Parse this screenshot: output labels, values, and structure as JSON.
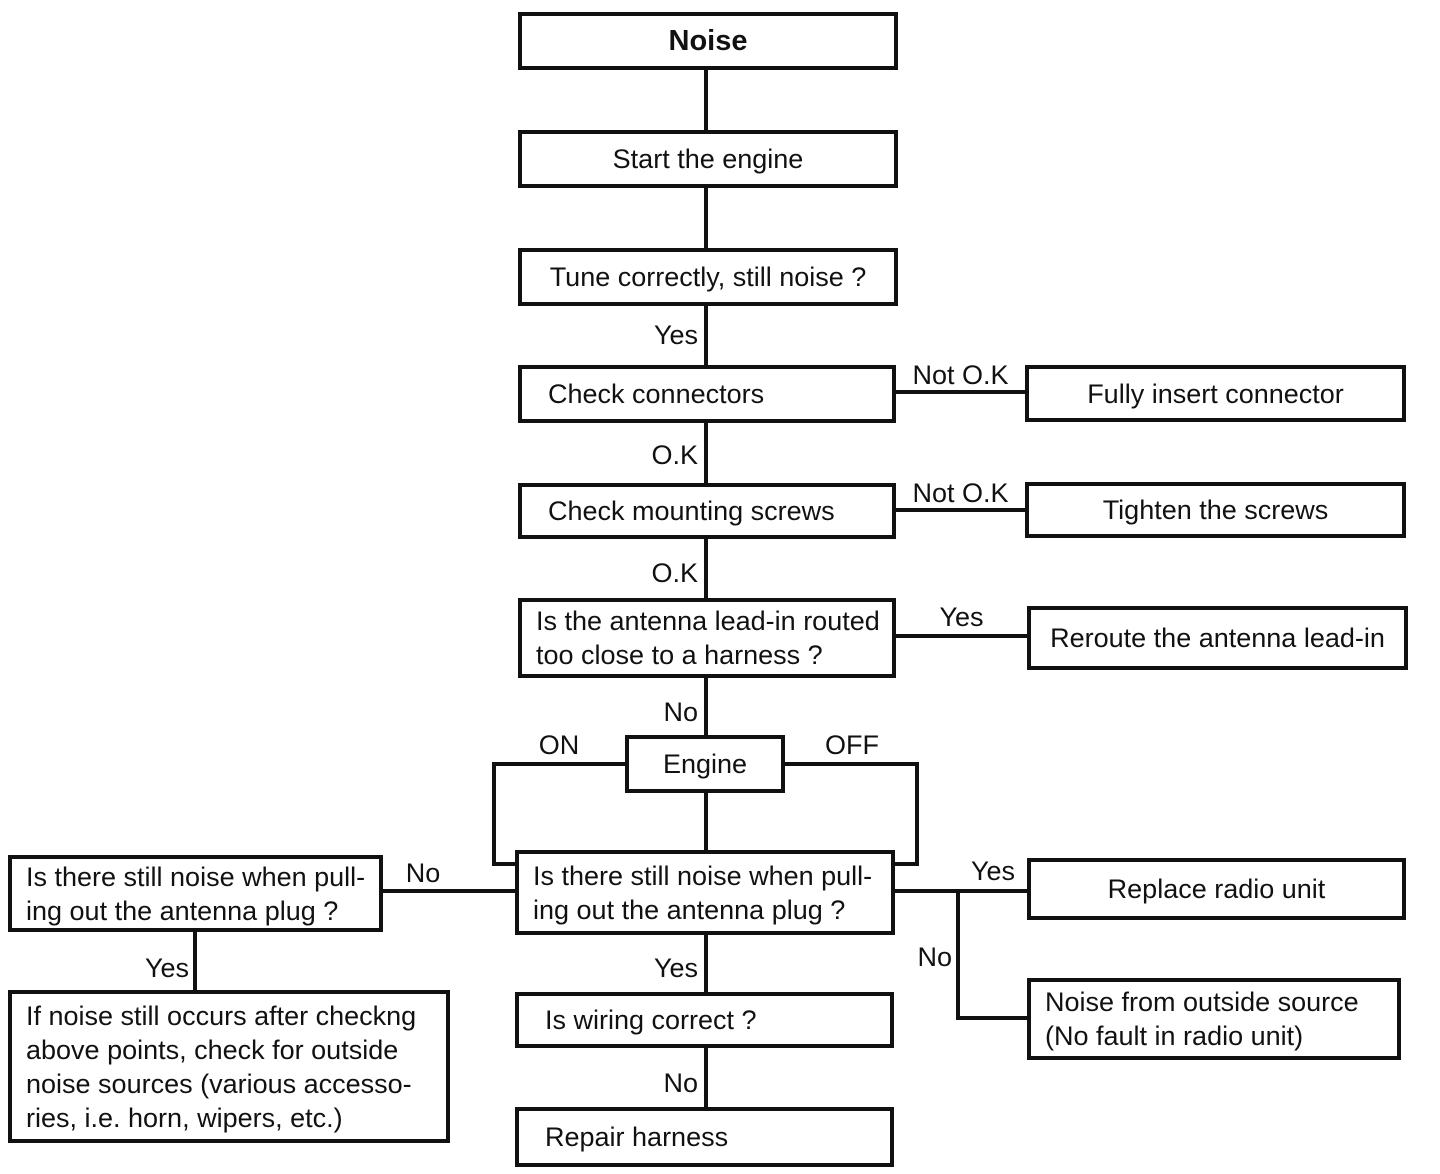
{
  "flowchart": {
    "title": "Noise",
    "colors": {
      "ink": "#111111",
      "paper": "#ffffff"
    },
    "nodes": {
      "noise": "Noise",
      "start_engine": "Start the engine",
      "tune_correctly": "Tune correctly, still noise ?",
      "check_connectors": "Check connectors",
      "fully_insert_connector": "Fully insert connector",
      "check_mounting_screws": "Check mounting screws",
      "tighten_screws": "Tighten the screws",
      "antenna_lead_in": "Is the antenna lead-in routed\ntoo close to a harness ?",
      "reroute_antenna": "Reroute the antenna lead-in",
      "engine": "Engine",
      "plug_question_center": "Is there still noise when pull-\ning out the antenna plug ?",
      "plug_question_left": "Is there still noise when pull-\ning out the antenna plug ?",
      "replace_radio_unit": "Replace radio unit",
      "outside_source": "Noise from outside source\n(No fault in radio unit)",
      "outside_check_note": "If noise still occurs after checkng\nabove points, check for outside\nnoise sources (various accesso-\nries, i.e. horn, wipers, etc.)",
      "is_wiring_correct": "Is wiring correct ?",
      "repair_harness": "Repair harness"
    },
    "edge_labels": {
      "tune_yes": "Yes",
      "connectors_not_ok": "Not O.K",
      "connectors_ok": "O.K",
      "screws_not_ok": "Not O.K",
      "screws_ok": "O.K",
      "antenna_yes": "Yes",
      "antenna_no": "No",
      "engine_on": "ON",
      "engine_off": "OFF",
      "plug_left_link_no": "No",
      "plug_right_link_yes": "Yes",
      "plug_right_branch_no": "No",
      "plug_center_yes": "Yes",
      "plug_left_yes": "Yes",
      "wiring_no": "No"
    }
  }
}
